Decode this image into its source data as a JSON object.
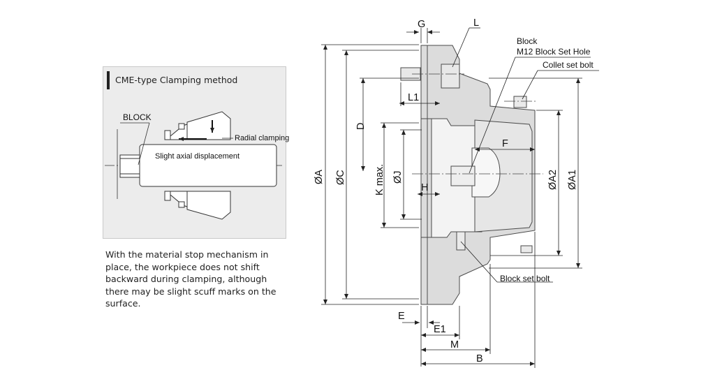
{
  "cme_panel": {
    "title": "CME-type Clamping method",
    "block_label": "BLOCK",
    "radial_label": "Radial clamping",
    "axial_label": "Slight axial displacement"
  },
  "description": "With the material stop mechanism in\nplace, the workpiece does not shift\nbackward during clamping, although\nthere may be slight scuff marks on the\nsurface.",
  "dimensions": {
    "G": "G",
    "L": "L",
    "L1": "L1",
    "D": "D",
    "F": "F",
    "OA": "ØA",
    "OC": "ØC",
    "K": "K max.",
    "OJ": "ØJ",
    "H": "H",
    "OA2": "ØA2",
    "OA1": "ØA1",
    "E": "E",
    "E1": "E1",
    "M": "M",
    "B": "B"
  },
  "callouts": {
    "block": "Block",
    "m12": "M12 Block Set Hole",
    "collet_bolt": "Collet set bolt",
    "block_set_bolt": "Block set bolt"
  },
  "colors": {
    "part_fill": "#dcdcdc",
    "part_stroke": "#4a4a4a",
    "panel_bg": "#ececec"
  }
}
